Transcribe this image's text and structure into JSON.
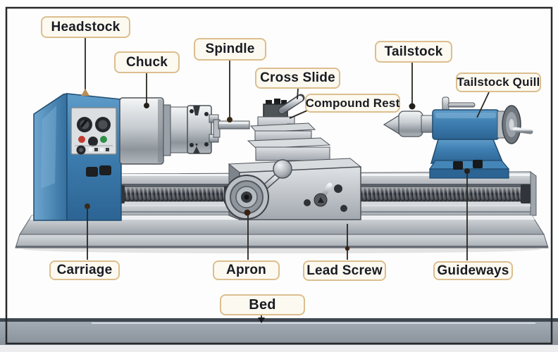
{
  "figure": {
    "title": "Lathe machine labeled diagram"
  },
  "labels": {
    "headstock": "Headstock",
    "chuck": "Chuck",
    "spindle": "Spindle",
    "cross_slide": "Cross Slide",
    "compound_rest": "Compound Rest",
    "tailstock": "Tailstock",
    "tailstock_quill": "Tailstock Quill",
    "carriage": "Carriage",
    "apron": "Apron",
    "lead_screw": "Lead Screw",
    "guideways": "Guideways",
    "bed": "Bed"
  },
  "colors": {
    "label_background": "#fcf9f0",
    "label_border": "#dcbe8e",
    "label_text": "#181b22",
    "machine_blue": "#3f80b2",
    "machine_blue_dark": "#2c6494",
    "metal_light": "#e8eaec",
    "metal_dark": "#6d747c",
    "leader_line": "#2a2722",
    "table_strip": "#929ca6",
    "frame_border": "#26282a"
  }
}
